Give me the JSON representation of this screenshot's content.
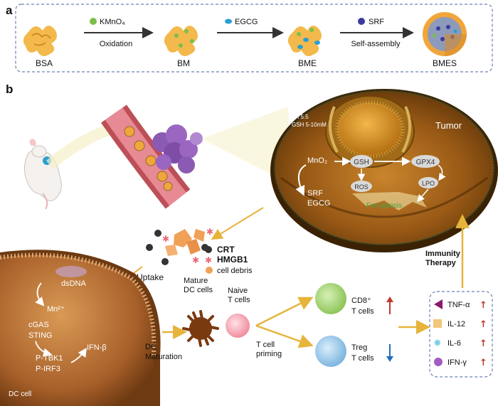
{
  "panel_a": {
    "label": "a",
    "steps": [
      {
        "name": "BSA"
      },
      {
        "name": "BM"
      },
      {
        "name": "BME"
      },
      {
        "name": "BMES"
      }
    ],
    "arrows": [
      {
        "reagent": "KMnO₄",
        "action": "Oxidation",
        "reagent_color": "#7bbf4a"
      },
      {
        "reagent": "EGCG",
        "action": "",
        "reagent_color": "#2a9fd0"
      },
      {
        "reagent": "SRF",
        "action": "Self-assembly",
        "reagent_color": "#3b3b9e"
      }
    ]
  },
  "panel_b": {
    "label": "b",
    "tumor": {
      "ph": "pH 5.5",
      "gsh": "GSH 5-10mM",
      "title": "Tumor",
      "mno2": "MnO₂",
      "gsh_node": "GSH",
      "gpx4": "GPX4",
      "lpo": "LPO",
      "ros": "ROS",
      "srf": "SRF",
      "egcg": "EGCG",
      "ferroptosis": "Ferroptosis"
    },
    "legend_release": {
      "crt": "CRT",
      "hmgb1": "HMGB1",
      "debris": "cell debris"
    },
    "uptake": "Uptake",
    "dc": {
      "dsdna": "dsDNA",
      "mn": "Mn²⁺",
      "cgas": "cGAS",
      "sting": "STING",
      "ptbk1": "P-TBK1",
      "pirf3": "P-IRF3",
      "ifnb": "IFN-β",
      "cell_label": "DC cell"
    },
    "dc_maturation": "DC\nMaturation",
    "mature_dc": "Mature\nDC cells",
    "naive_t": "Naive\nT cells",
    "t_priming": "T cell\npriming",
    "cd8": {
      "name": "CD8⁺",
      "sub": "T cells"
    },
    "treg": {
      "name": "Treg",
      "sub": "T cells"
    },
    "immunity": "Immunity\nTherapy",
    "cytokines": [
      {
        "name": "TNF-α",
        "color": "#8a1a6a"
      },
      {
        "name": "IL-12",
        "color": "#f2c77a"
      },
      {
        "name": "IL-6",
        "color": "#7ccfe6"
      },
      {
        "name": "IFN-γ",
        "color": "#a35bbf"
      }
    ],
    "up_color": "#c0392b",
    "down_color": "#1f6fb8"
  }
}
